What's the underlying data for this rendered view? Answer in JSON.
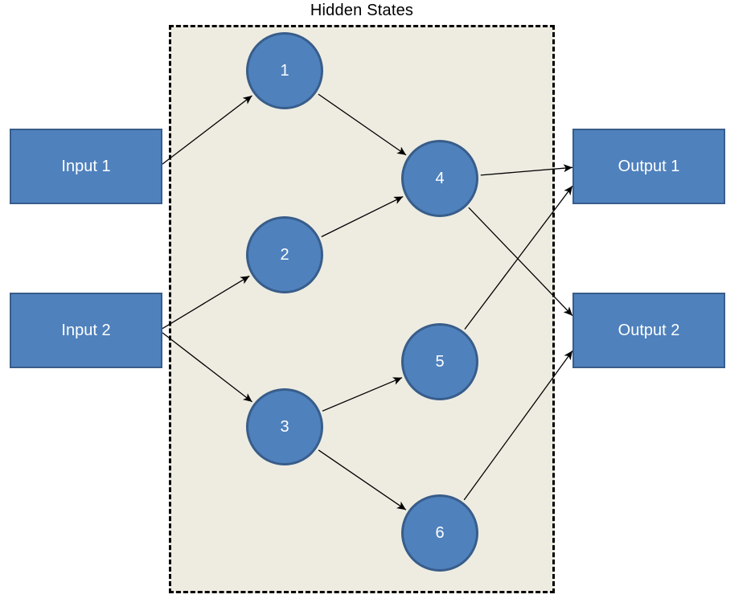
{
  "title": "Hidden States",
  "colors": {
    "node_fill": "#4f81bd",
    "node_border": "#385d8a",
    "node_text": "#ffffff",
    "panel_fill": "#eeece1",
    "panel_border": "#000000",
    "arrow": "#000000",
    "title_text": "#000000"
  },
  "inputs": [
    {
      "id": "input1",
      "label": "Input 1"
    },
    {
      "id": "input2",
      "label": "Input 2"
    }
  ],
  "outputs": [
    {
      "id": "output1",
      "label": "Output 1"
    },
    {
      "id": "output2",
      "label": "Output 2"
    }
  ],
  "hidden_states": [
    {
      "id": "h1",
      "label": "1"
    },
    {
      "id": "h2",
      "label": "2"
    },
    {
      "id": "h3",
      "label": "3"
    },
    {
      "id": "h4",
      "label": "4"
    },
    {
      "id": "h5",
      "label": "5"
    },
    {
      "id": "h6",
      "label": "6"
    }
  ],
  "edges": [
    {
      "from": "input1",
      "to": "h1"
    },
    {
      "from": "input2",
      "to": "h2"
    },
    {
      "from": "input2",
      "to": "h3"
    },
    {
      "from": "h1",
      "to": "h4"
    },
    {
      "from": "h2",
      "to": "h4"
    },
    {
      "from": "h3",
      "to": "h5"
    },
    {
      "from": "h3",
      "to": "h6"
    },
    {
      "from": "h4",
      "to": "output1"
    },
    {
      "from": "h4",
      "to": "output2"
    },
    {
      "from": "h5",
      "to": "output1"
    },
    {
      "from": "h6",
      "to": "output2"
    }
  ]
}
